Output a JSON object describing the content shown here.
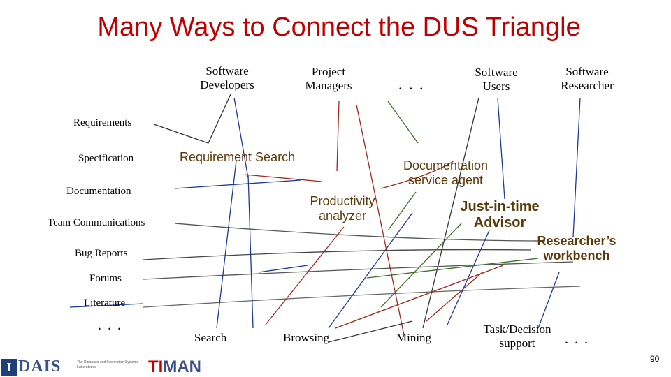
{
  "title": "Many Ways to Connect the DUS Triangle",
  "users": {
    "developers": [
      "Software",
      "Developers"
    ],
    "managers": [
      "Project",
      "Managers"
    ],
    "dots": ". . .",
    "users": [
      "Software",
      "Users"
    ],
    "researcher": [
      "Software",
      "Researcher"
    ]
  },
  "data_types": {
    "requirements": "Requirements",
    "specification": "Specification",
    "documentation": "Documentation",
    "team": "Team Communications",
    "bugs": "Bug Reports",
    "forums": "Forums",
    "literature": "Literature",
    "dots": ". . ."
  },
  "services": {
    "search": "Search",
    "browsing": "Browsing",
    "mining": "Mining",
    "task": [
      "Task/Decision",
      "support"
    ],
    "dots": ". . ."
  },
  "tools": {
    "req_search": "Requirement Search",
    "doc_agent": [
      "Documentation",
      "service agent"
    ],
    "productivity": [
      "Productivity",
      "analyzer"
    ],
    "jit": [
      "Just-in-time",
      "Advisor"
    ],
    "workbench": [
      "Researcher’s",
      "workbench"
    ]
  },
  "colors": {
    "title": "#c00000",
    "tool_text": "#5b3a0a",
    "line_blue": "#1f3a93",
    "line_red": "#a0281e",
    "line_gray": "#555555",
    "line_green": "#3c6e28"
  },
  "page_number": "90",
  "logos": {
    "dais_i": "I",
    "dais": "DAIS",
    "dais_sub": "The Database and Information Systems Laboratories",
    "timan_ti": "TI",
    "timan_rest": "MAN"
  }
}
